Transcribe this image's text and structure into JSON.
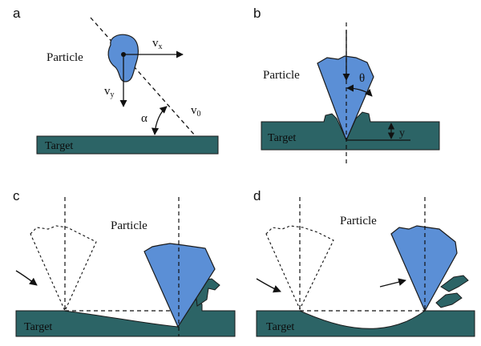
{
  "colors": {
    "target_fill": "#2c6466",
    "particle_fill": "#5b8fd6",
    "outline": "#1a1a1a",
    "background": "#ffffff"
  },
  "panels": {
    "a": {
      "letter": "a",
      "particle_label": "Particle",
      "target_label": "Target",
      "vx_main": "v",
      "vx_sub": "x",
      "vy_main": "v",
      "vy_sub": "y",
      "v0_main": "v",
      "v0_sub": "0",
      "alpha": "α"
    },
    "b": {
      "letter": "b",
      "particle_label": "Particle",
      "target_label": "Target",
      "theta": "θ",
      "y": "y"
    },
    "c": {
      "letter": "c",
      "particle_label": "Particle",
      "target_label": "Target"
    },
    "d": {
      "letter": "d",
      "particle_label": "Particle",
      "target_label": "Target"
    }
  }
}
